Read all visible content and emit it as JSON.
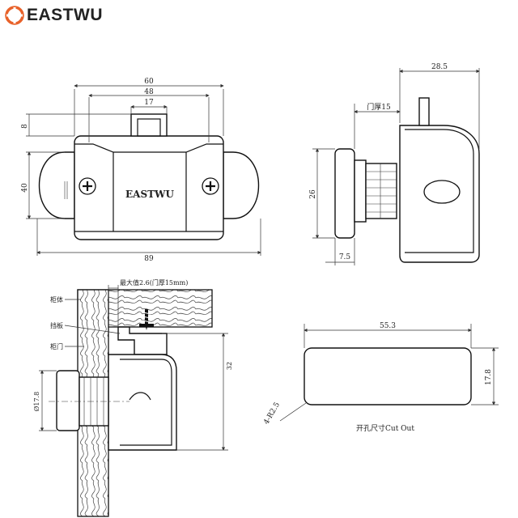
{
  "brand": {
    "name": "EASTWU",
    "accent_color": "#e8622a",
    "body_label": "EASTWU"
  },
  "front_view": {
    "dim_overall_width": "60",
    "dim_mid_width": "48",
    "dim_handle_width": "17",
    "dim_total_width": "89",
    "dim_height": "40",
    "dim_top": "8"
  },
  "side_view": {
    "dim_depth": "28.5",
    "dim_door_thickness": "门厚15",
    "dim_height": "26",
    "dim_knob": "7.5"
  },
  "section_view": {
    "dim_max": "最大值2.6(门厚15mm)",
    "label_cabinet": "柜体",
    "label_panel": "挡板",
    "label_door": "柜门",
    "dim_hole": "Ø17.8",
    "dim_height": "32"
  },
  "cutout": {
    "dim_width": "55.3",
    "dim_height": "17.8",
    "dim_radius": "4-R2.5",
    "caption": "开孔尺寸Cut Out"
  }
}
